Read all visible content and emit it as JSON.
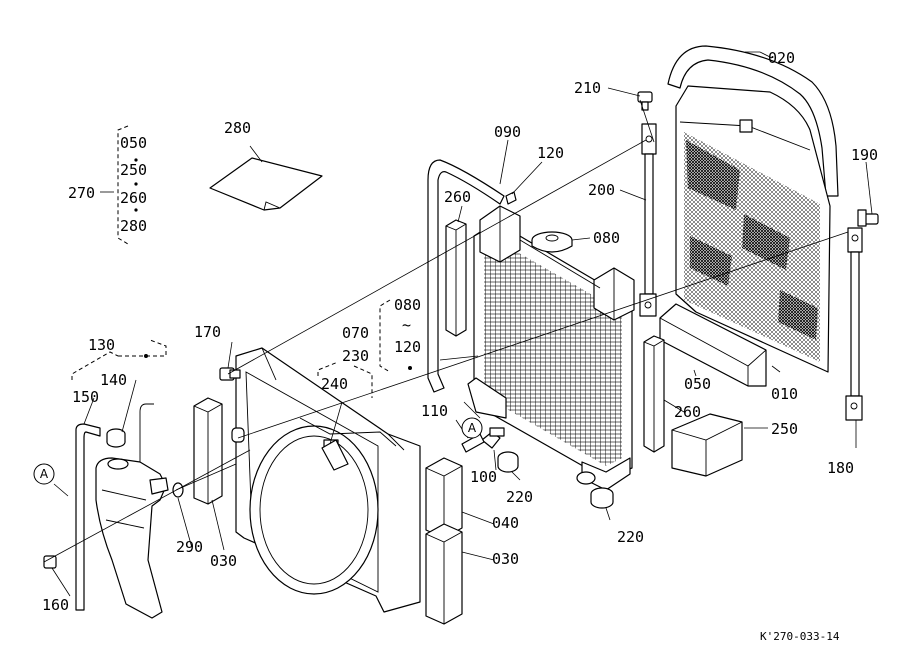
{
  "drawing_ref": "K'270-033-14",
  "callout_marker": "A",
  "labels": {
    "p010": "010",
    "p020": "020",
    "p030a": "030",
    "p030b": "030",
    "p040": "040",
    "p050_kit": "050",
    "p050": "050",
    "p070": "070",
    "p080": "080",
    "p080_range_start": "080",
    "p080_range_tilde": "~",
    "p080_range_end": "120",
    "p090": "090",
    "p100": "100",
    "p110": "110",
    "p120": "120",
    "p130": "130",
    "p140": "140",
    "p150": "150",
    "p160": "160",
    "p170": "170",
    "p180": "180",
    "p190": "190",
    "p200": "200",
    "p210": "210",
    "p220a": "220",
    "p220b": "220",
    "p230": "230",
    "p240": "240",
    "p250": "250",
    "p250_kit": "250",
    "p260a": "260",
    "p260b": "260",
    "p260_kit": "260",
    "p270": "270",
    "p280": "280",
    "p280_kit": "280",
    "p290": "290"
  }
}
